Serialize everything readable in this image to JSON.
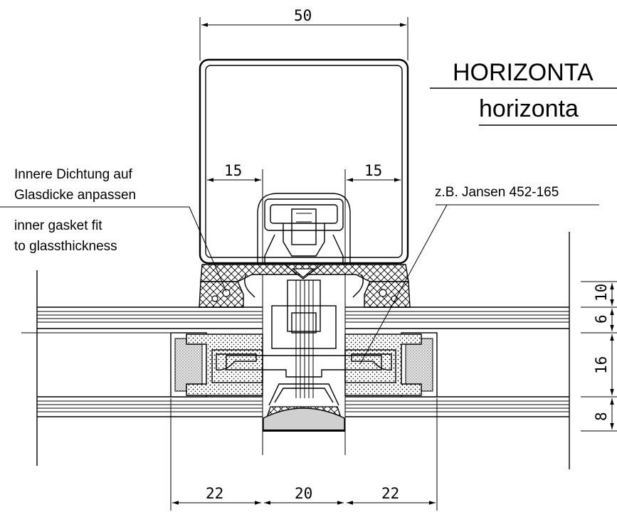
{
  "title": {
    "line1": "HORIZONTA",
    "line2": "horizonta"
  },
  "notes": {
    "gasket_de_1": "Innere Dichtung auf",
    "gasket_de_2": "Glasdicke anpassen",
    "gasket_en_1": "inner gasket fit",
    "gasket_en_2": "to glassthickness",
    "reference": "z.B. Jansen 452-165"
  },
  "dimensions": {
    "top_width": "50",
    "left_inset": "15",
    "right_inset": "15",
    "bottom_left": "22",
    "bottom_mid": "20",
    "bottom_right": "22",
    "right_10": "10",
    "right_6": "6",
    "right_16": "16",
    "right_8": "8"
  }
}
